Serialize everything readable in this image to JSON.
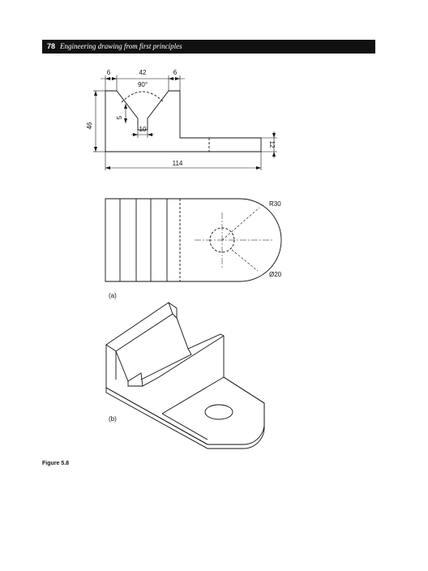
{
  "header": {
    "page_number": "78",
    "title": "Engineering drawing from first principles"
  },
  "drawing": {
    "dims": {
      "d6_left": "6",
      "d42": "42",
      "d6_right": "6",
      "d90": "90°",
      "d5": "5",
      "d10": "10",
      "d46": "46",
      "d12": "12",
      "d114": "114",
      "r30": "R30",
      "dia20": "Ø20"
    },
    "view_a_label": "(a)",
    "view_b_label": "(b)"
  },
  "caption": "Figure 5.8"
}
